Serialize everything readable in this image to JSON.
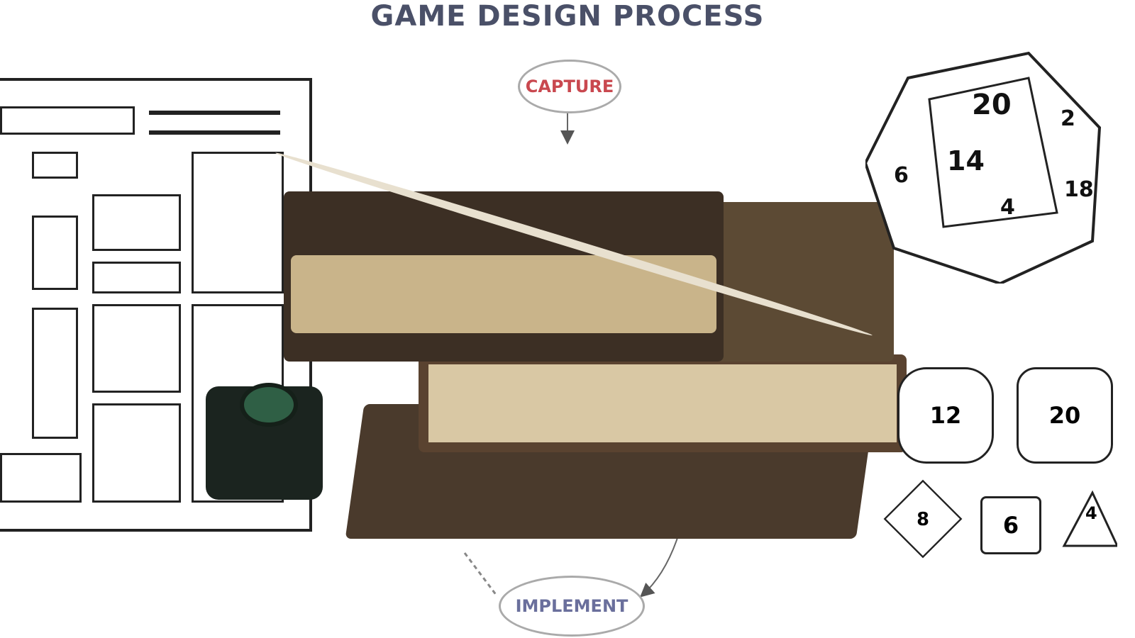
{
  "title": "GAME DESIGN PROCESS",
  "nodes": {
    "capture": "CAPTURE",
    "implement": "IMPLEMENT"
  },
  "d20_faces": [
    "20",
    "2",
    "14",
    "6",
    "18",
    "4"
  ],
  "small_dice": [
    "12",
    "20",
    "8",
    "6",
    "4"
  ],
  "colors": {
    "title": "#4a5068",
    "capture": "#c9484f",
    "implement": "#6a6f9c"
  }
}
